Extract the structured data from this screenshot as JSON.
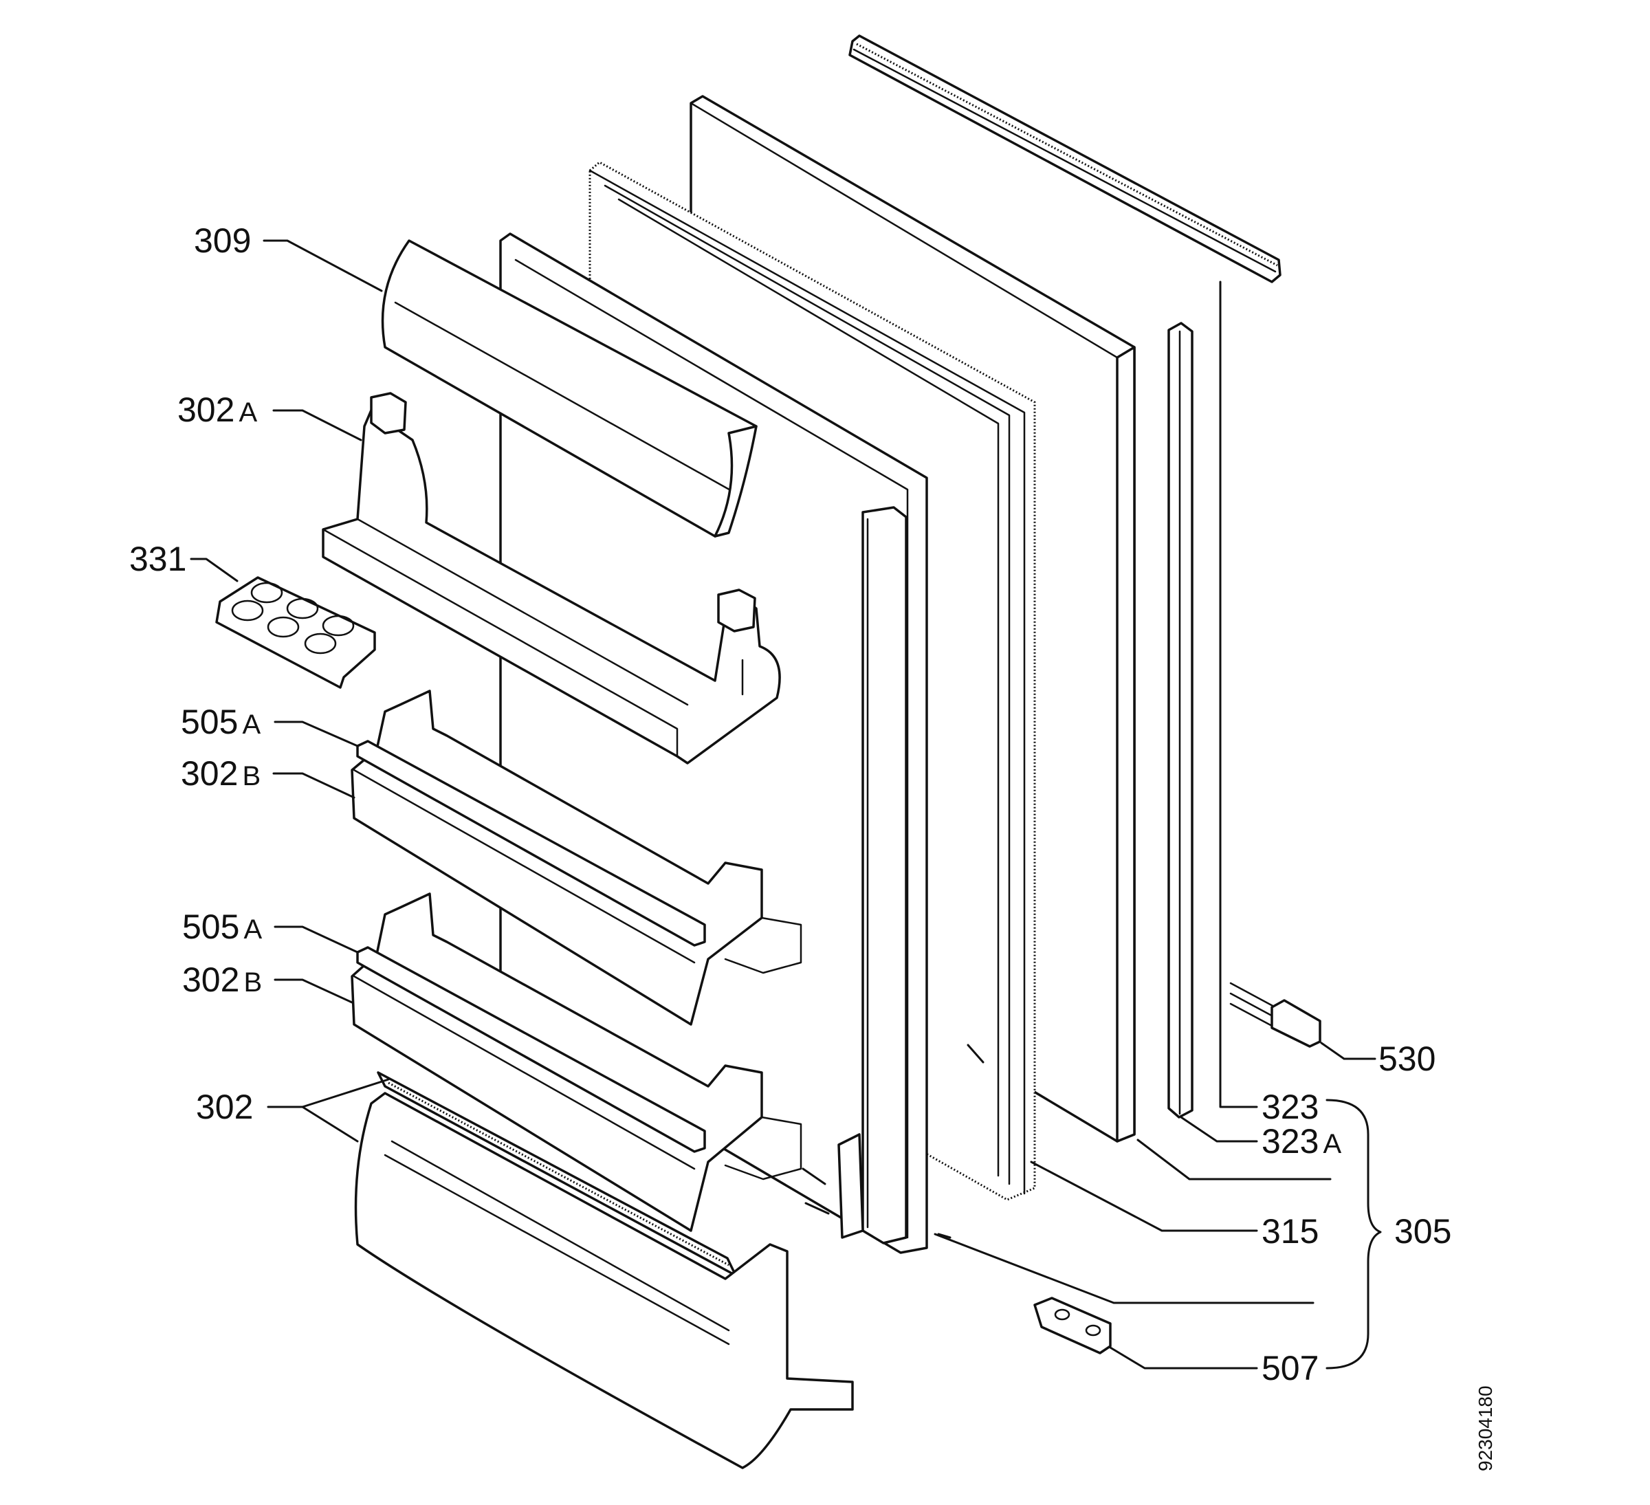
{
  "diagram": {
    "type": "exploded-parts-diagram",
    "labels": [
      {
        "id": "309",
        "text": "309"
      },
      {
        "id": "302A",
        "text": "302",
        "suffix": "A"
      },
      {
        "id": "331",
        "text": "331"
      },
      {
        "id": "505A-1",
        "text": "505",
        "suffix": "A"
      },
      {
        "id": "302B-1",
        "text": "302",
        "suffix": "B"
      },
      {
        "id": "505A-2",
        "text": "505",
        "suffix": "A"
      },
      {
        "id": "302B-2",
        "text": "302",
        "suffix": "B"
      },
      {
        "id": "302",
        "text": "302"
      },
      {
        "id": "530",
        "text": "530"
      },
      {
        "id": "323",
        "text": "323"
      },
      {
        "id": "323A",
        "text": "323",
        "suffix": "A"
      },
      {
        "id": "315",
        "text": "315"
      },
      {
        "id": "305",
        "text": "305"
      },
      {
        "id": "507",
        "text": "507"
      }
    ],
    "document_id": "92304180"
  }
}
